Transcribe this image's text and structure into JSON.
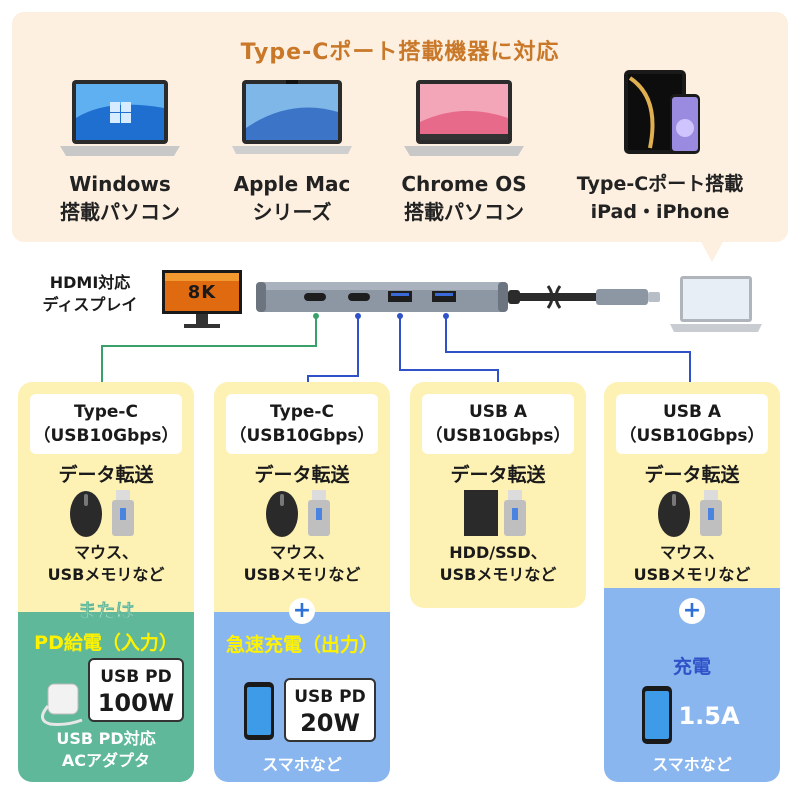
{
  "banner": {
    "title": "Type-Cポート搭載機器に対応",
    "devices": [
      {
        "line1": "Windows",
        "line2": "搭載パソコン"
      },
      {
        "line1": "Apple Mac",
        "line2": "シリーズ"
      },
      {
        "line1": "Chrome OS",
        "line2": "搭載パソコン"
      },
      {
        "line1": "Type-Cポート搭載",
        "line2": "iPad・iPhone"
      }
    ]
  },
  "hub": {
    "hdmi_line1": "HDMI対応",
    "hdmi_line2": "ディスプレイ",
    "monitor_badge": "8K"
  },
  "columns": [
    {
      "port_line1": "Type-C",
      "port_line2": "（USB10Gbps）",
      "feature": "データ転送",
      "desc_line1": "マウス、",
      "desc_line2": "USBメモリなど",
      "or_text": "または",
      "power_title": "PD給電（入力）",
      "pd_line1": "USB PD",
      "pd_line2": "100W",
      "power_desc_line1": "USB PD対応",
      "power_desc_line2": "ACアダプタ"
    },
    {
      "port_line1": "Type-C",
      "port_line2": "（USB10Gbps）",
      "feature": "データ転送",
      "desc_line1": "マウス、",
      "desc_line2": "USBメモリなど",
      "plus": "+",
      "power_title": "急速充電（出力）",
      "pd_line1": "USB PD",
      "pd_line2": "20W",
      "power_desc": "スマホなど"
    },
    {
      "port_line1": "USB A",
      "port_line2": "（USB10Gbps）",
      "feature": "データ転送",
      "desc_line1": "HDD/SSD、",
      "desc_line2": "USBメモリなど"
    },
    {
      "port_line1": "USB A",
      "port_line2": "（USB10Gbps）",
      "feature": "データ転送",
      "desc_line1": "マウス、",
      "desc_line2": "USBメモリなど",
      "plus": "+",
      "power_title": "充電",
      "amp": "1.5A",
      "power_desc": "スマホなど"
    }
  ],
  "colors": {
    "banner_bg": "#fdf0e0",
    "title_orange": "#c9782a",
    "column_yellow": "#fdf1b4",
    "column_blue": "#8ab6f0",
    "column_green": "#5fb89a",
    "line_green": "#3aa06a",
    "line_blue": "#2f52c8"
  },
  "icons": [
    "windows-laptop-icon",
    "macbook-icon",
    "chromebook-icon",
    "ipad-iphone-icon",
    "monitor-8k-icon",
    "usb-hub-icon",
    "laptop-icon",
    "mouse-icon",
    "usb-stick-icon",
    "hdd-icon",
    "ac-adapter-icon",
    "smartphone-icon"
  ]
}
